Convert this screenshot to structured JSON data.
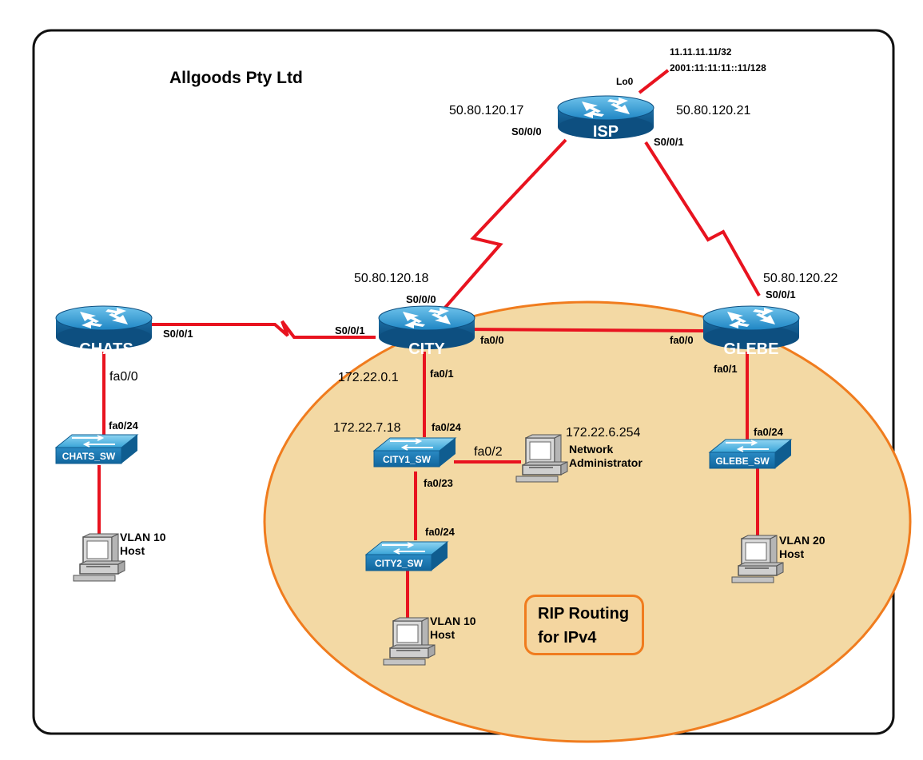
{
  "title": "Allgoods Pty Ltd",
  "colors": {
    "link": "#e8131f",
    "rip_area_fill": "#f3d9a4",
    "rip_area_border": "#f07c1e",
    "device_blue": "#1d7fb8"
  },
  "routers": {
    "isp": "ISP",
    "city": "CITY",
    "chats": "CHATS",
    "glebe": "GLEBE"
  },
  "switches": {
    "chats_sw": "CHATS_SW",
    "city1_sw": "CITY1_SW",
    "city2_sw": "CITY2_SW",
    "glebe_sw": "GLEBE_SW"
  },
  "loopback": {
    "port": "Lo0",
    "ipv4": "11.11.11.11/32",
    "ipv6": "2001:11:11:11::11/128"
  },
  "ips": {
    "isp_s000": "50.80.120.17",
    "isp_s001": "50.80.120.21",
    "city_s000": "50.80.120.18",
    "glebe_s001": "50.80.120.22",
    "city_fa01": "172.22.0.1",
    "city1_sw": "172.22.7.18",
    "admin_pc": "172.22.6.254"
  },
  "ports": {
    "isp_left": "S0/0/0",
    "isp_right": "S0/0/1",
    "city_top": "S0/0/0",
    "glebe_top": "S0/0/1",
    "chats_serial": "S0/0/1",
    "city_serial": "S0/0/1",
    "city_fa00": "fa0/0",
    "glebe_fa00": "fa0/0",
    "chats_fa00": "fa0/0",
    "city_fa01": "fa0/1",
    "glebe_fa01": "fa0/1",
    "chats_sw_fa024": "fa0/24",
    "city1_fa024": "fa0/24",
    "city1_fa02": "fa0/2",
    "city1_fa023": "fa0/23",
    "city2_fa024": "fa0/24",
    "glebe_sw_fa024": "fa0/24"
  },
  "hosts": {
    "chats_host_vlan": "VLAN 10",
    "chats_host": "Host",
    "city_host_vlan": "VLAN 10",
    "city_host": "Host",
    "glebe_host_vlan": "VLAN 20",
    "glebe_host": "Host",
    "admin_line1": "Network",
    "admin_line2": "Administrator"
  },
  "rip_label_line1": "RIP Routing",
  "rip_label_line2": "for IPv4"
}
